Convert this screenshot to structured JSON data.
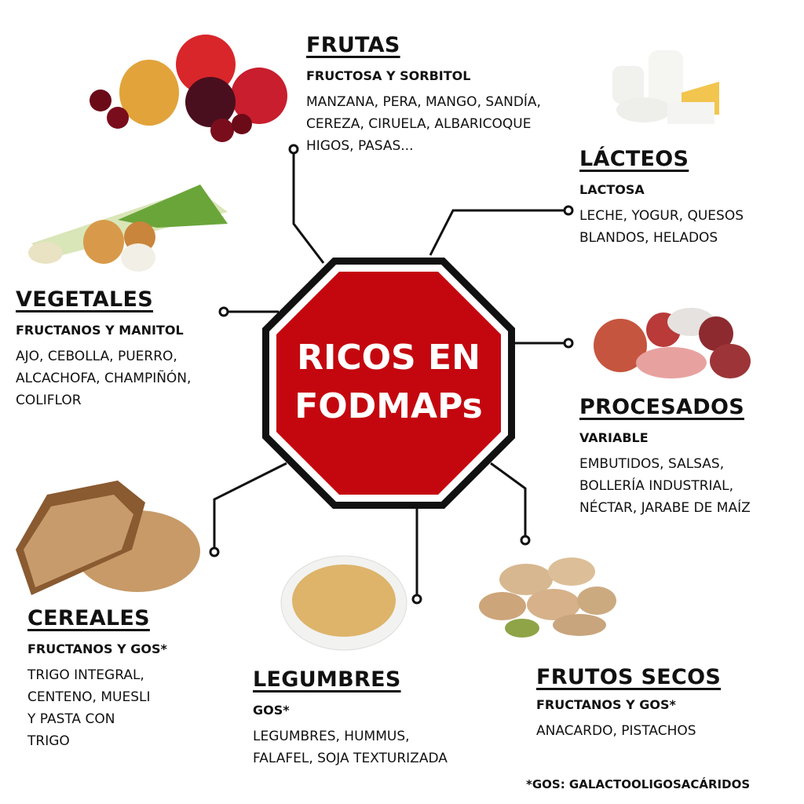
{
  "center": {
    "line1": "RICOS EN",
    "line2": "FODMAPs",
    "fill": "#c4070f"
  },
  "sections": {
    "frutas": {
      "title": "FRUTAS",
      "subtitle": "FRUCTOSA Y SORBITOL",
      "items": [
        "MANZANA, PERA, MANGO, SANDÍA,",
        "CEREZA, CIRUELA, ALBARICOQUE",
        "HIGOS, PASAS..."
      ]
    },
    "lacteos": {
      "title": "LÁCTEOS",
      "subtitle": "LACTOSA",
      "items": [
        "LECHE, YOGUR, QUESOS",
        "BLANDOS, HELADOS"
      ]
    },
    "vegetales": {
      "title": "VEGETALES",
      "subtitle": "FRUCTANOS Y MANITOL",
      "items": [
        "AJO, CEBOLLA, PUERRO,",
        "ALCACHOFA, CHAMPIÑÓN,",
        "COLIFLOR"
      ]
    },
    "procesados": {
      "title": "PROCESADOS",
      "subtitle": "VARIABLE",
      "items": [
        "EMBUTIDOS, SALSAS,",
        "BOLLERÍA INDUSTRIAL,",
        "NÉCTAR, JARABE DE MAÍZ"
      ]
    },
    "cereales": {
      "title": "CEREALES",
      "subtitle": "FRUCTANOS Y GOS*",
      "items": [
        "TRIGO INTEGRAL,",
        "CENTENO, MUESLI",
        "Y PASTA CON",
        "TRIGO"
      ]
    },
    "legumbres": {
      "title": "LEGUMBRES",
      "subtitle": "GOS*",
      "items": [
        "LEGUMBRES, HUMMUS,",
        "FALAFEL, SOJA TEXTURIZADA"
      ]
    },
    "frutos_secos": {
      "title": "FRUTOS SECOS",
      "subtitle": "FRUCTANOS Y GOS*",
      "items": [
        "ANACARDO, PISTACHOS"
      ]
    }
  },
  "footnote": "*GOS: GALACTOOLIGOSACÁRIDOS"
}
